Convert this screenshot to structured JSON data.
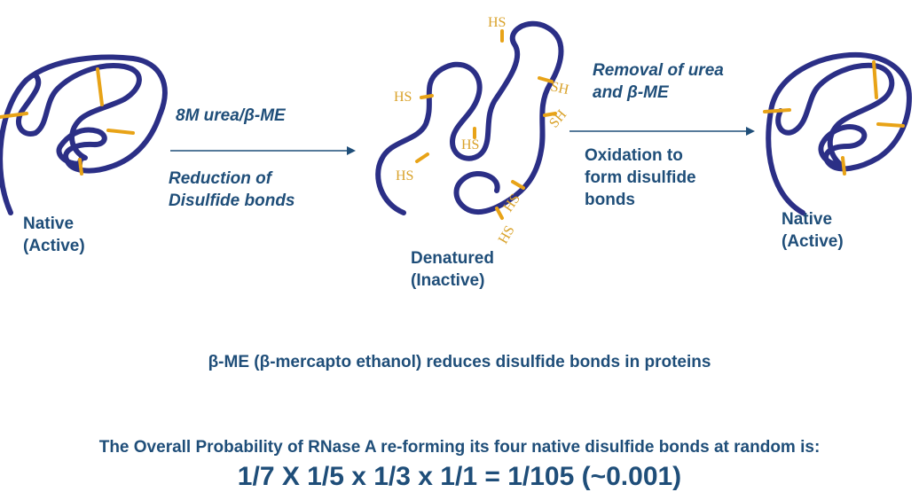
{
  "steps": {
    "step1_line1": "8M urea/β-ME",
    "step1_line2": "Reduction of",
    "step1_line3": "Disulfide bonds",
    "step2_line1": "Removal of urea",
    "step2_line2": "and β-ME",
    "step2_line3": "Oxidation to",
    "step2_line4": "form disulfide",
    "step2_line5": "bonds"
  },
  "states": {
    "native_left_line1": "Native",
    "native_left_line2": "(Active)",
    "denatured_line1": "Denatured",
    "denatured_line2": "(Inactive)",
    "native_right_line1": "Native",
    "native_right_line2": "(Active)"
  },
  "thiols": {
    "hs": "HS",
    "sh": "SH"
  },
  "notes": {
    "bme": "β-ME (β-mercapto ethanol) reduces disulfide bonds in proteins",
    "probability": "The Overall Probability of RNase A re-forming its four native disulfide bonds at random is:",
    "equation": "1/7 X 1/5 x 1/3 x 1/1 = 1/105 (~0.001)"
  },
  "colors": {
    "text": "#1f4e79",
    "chain": "#2b2f86",
    "disulfide": "#e8a317"
  }
}
